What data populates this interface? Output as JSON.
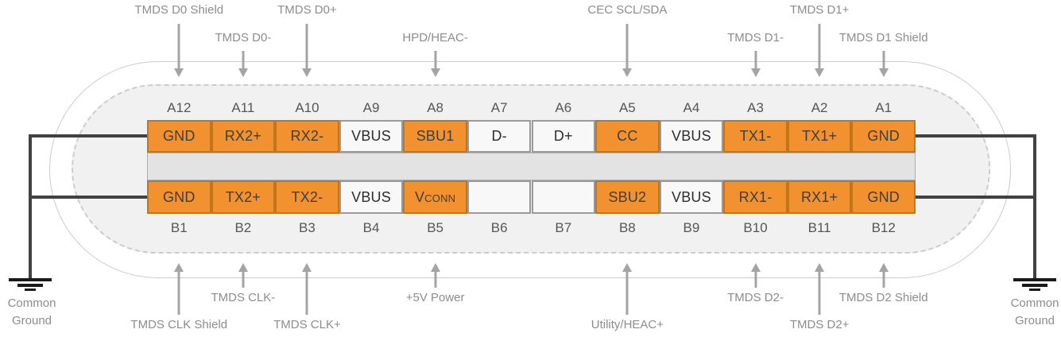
{
  "diagram": {
    "description_visible_text_only": true
  },
  "colors": {
    "pin_highlight_bg": "#F1912F",
    "pin_highlight_border": "#C1761B",
    "pin_plain_bg": "#F8F8F8",
    "pin_plain_border": "#9A9A9A",
    "pin_text": "#3F3F3F",
    "pin_plain_text": "#2E2E2E",
    "pin_id_text": "#565656",
    "annotation_text": "#8C8C8C",
    "arrow": "#A4A4A4",
    "wire": "#414141",
    "ground_symbol": "#1A1A1A",
    "body_fill": "#F1F1F1",
    "body_outline": "#CBCBCB",
    "body_dash": "#CCCCCC",
    "band_fill": "#E3E3E3",
    "band_border": "#ADADAD"
  },
  "connector": {
    "top_pins": [
      {
        "id": "A12",
        "label": "GND",
        "style": "highlight"
      },
      {
        "id": "A11",
        "label": "RX2+",
        "style": "highlight"
      },
      {
        "id": "A10",
        "label": "RX2-",
        "style": "highlight"
      },
      {
        "id": "A9",
        "label": "VBUS",
        "style": "plain"
      },
      {
        "id": "A8",
        "label": "SBU1",
        "style": "highlight"
      },
      {
        "id": "A7",
        "label": "D-",
        "style": "plain"
      },
      {
        "id": "A6",
        "label": "D+",
        "style": "plain"
      },
      {
        "id": "A5",
        "label": "CC",
        "style": "highlight"
      },
      {
        "id": "A4",
        "label": "VBUS",
        "style": "plain"
      },
      {
        "id": "A3",
        "label": "TX1-",
        "style": "highlight"
      },
      {
        "id": "A2",
        "label": "TX1+",
        "style": "highlight"
      },
      {
        "id": "A1",
        "label": "GND",
        "style": "highlight"
      }
    ],
    "bottom_pins": [
      {
        "id": "B1",
        "label": "GND",
        "style": "highlight"
      },
      {
        "id": "B2",
        "label": "TX2+",
        "style": "highlight"
      },
      {
        "id": "B3",
        "label": "TX2-",
        "style": "highlight"
      },
      {
        "id": "B4",
        "label": "VBUS",
        "style": "plain"
      },
      {
        "id": "B5",
        "label": "Vconn",
        "style": "highlight",
        "small_caps": true
      },
      {
        "id": "B6",
        "label": "",
        "style": "plain"
      },
      {
        "id": "B7",
        "label": "",
        "style": "plain"
      },
      {
        "id": "B8",
        "label": "SBU2",
        "style": "highlight"
      },
      {
        "id": "B9",
        "label": "VBUS",
        "style": "plain"
      },
      {
        "id": "B10",
        "label": "RX1-",
        "style": "highlight"
      },
      {
        "id": "B11",
        "label": "RX1+",
        "style": "highlight"
      },
      {
        "id": "B12",
        "label": "GND",
        "style": "highlight"
      }
    ]
  },
  "annotations": {
    "top": [
      {
        "label": "TMDS D0 Shield",
        "target": "A12",
        "reach": "long"
      },
      {
        "label": "TMDS D0-",
        "target": "A11",
        "reach": "short"
      },
      {
        "label": "TMDS D0+",
        "target": "A10",
        "reach": "long"
      },
      {
        "label": "HPD/HEAC-",
        "target": "A8",
        "reach": "short"
      },
      {
        "label": "CEC SCL/SDA",
        "target": "A5",
        "reach": "long"
      },
      {
        "label": "TMDS D1-",
        "target": "A3",
        "reach": "short"
      },
      {
        "label": "TMDS D1+",
        "target": "A2",
        "reach": "long"
      },
      {
        "label": "TMDS D1 Shield",
        "target": "A1",
        "reach": "short"
      }
    ],
    "bottom": [
      {
        "label": "TMDS CLK Shield",
        "target": "B1",
        "reach": "long"
      },
      {
        "label": "TMDS CLK-",
        "target": "B2",
        "reach": "short"
      },
      {
        "label": "TMDS CLK+",
        "target": "B3",
        "reach": "long"
      },
      {
        "label": "+5V Power",
        "target": "B5",
        "reach": "short"
      },
      {
        "label": "Utility/HEAC+",
        "target": "B8",
        "reach": "long"
      },
      {
        "label": "TMDS D2-",
        "target": "B10",
        "reach": "short"
      },
      {
        "label": "TMDS D2+",
        "target": "B11",
        "reach": "long"
      },
      {
        "label": "TMDS D2 Shield",
        "target": "B12",
        "reach": "short"
      }
    ]
  },
  "grounds": {
    "left": {
      "label": "Common Ground"
    },
    "right": {
      "label": "Common Ground"
    }
  }
}
